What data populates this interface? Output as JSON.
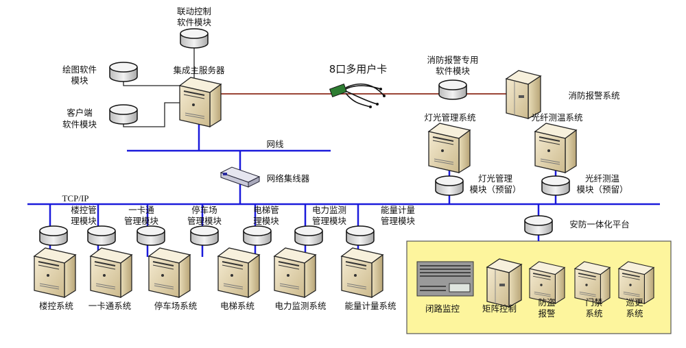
{
  "colors": {
    "bus": "#1a1adb",
    "serial_line": "#8b2a1a",
    "security_box": "#fdf59d"
  },
  "top": {
    "linkage_module": [
      "联动控制",
      "软件模块"
    ],
    "drawing_module": [
      "绘图软件",
      "模块"
    ],
    "client_module": [
      "客户端",
      "软件模块"
    ],
    "main_server": "集成主服务器",
    "card": "8口多用户卡",
    "fire_module": [
      "消防报警专用",
      "软件模块"
    ],
    "fire_system": "消防报警系统",
    "net_cable": "网线",
    "hub": "网络集线器"
  },
  "right": {
    "lighting_system": "灯光管理系统",
    "lighting_module": [
      "灯光管理",
      "模块（预留）"
    ],
    "fiber_system": "光纤测温系统",
    "fiber_module": [
      "光纤测温",
      "模块（预留）"
    ],
    "security_platform": "安防一体化平台"
  },
  "bus": {
    "label": "TCP/IP"
  },
  "subsystems": [
    {
      "module": [
        "楼控管",
        "理模块"
      ],
      "system": "楼控系统"
    },
    {
      "module": [
        "一卡通",
        "管理模块"
      ],
      "system": "一卡通系统"
    },
    {
      "module": [
        "停车场",
        "管理模块"
      ],
      "system": "停车场系统"
    },
    {
      "module": [
        "电梯管",
        "理模块"
      ],
      "system": "电梯系统"
    },
    {
      "module": [
        "电力监测",
        "管理模块"
      ],
      "system": "电力监测系统"
    },
    {
      "module": [
        "能量计量",
        "管理模块"
      ],
      "system": "能量计量系统"
    }
  ],
  "security": [
    {
      "label": [
        "闭路监控"
      ]
    },
    {
      "label": [
        "矩阵控制"
      ]
    },
    {
      "label": [
        "防盗",
        "报警"
      ]
    },
    {
      "label": [
        "门禁",
        "系统"
      ]
    },
    {
      "label": [
        "巡更",
        "系统"
      ]
    }
  ]
}
